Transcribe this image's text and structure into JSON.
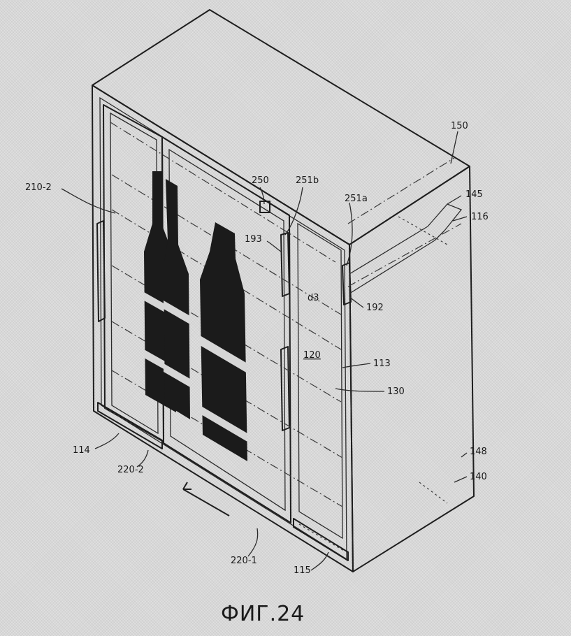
{
  "figure": {
    "caption": "ФИГ.24",
    "labels": {
      "l210_2": "210-2",
      "l250": "250",
      "l251b": "251b",
      "l251a": "251a",
      "l150": "150",
      "l145": "145",
      "l116": "116",
      "l193": "193",
      "ld3": "d3",
      "l192": "192",
      "l120": "120",
      "l113": "113",
      "l130": "130",
      "l114": "114",
      "l220_2": "220-2",
      "l148": "148",
      "l140": "140",
      "l220_1": "220-1",
      "l115": "115"
    },
    "colors": {
      "ink": "#1e1e1e",
      "paper": "#d8d8d8"
    }
  }
}
